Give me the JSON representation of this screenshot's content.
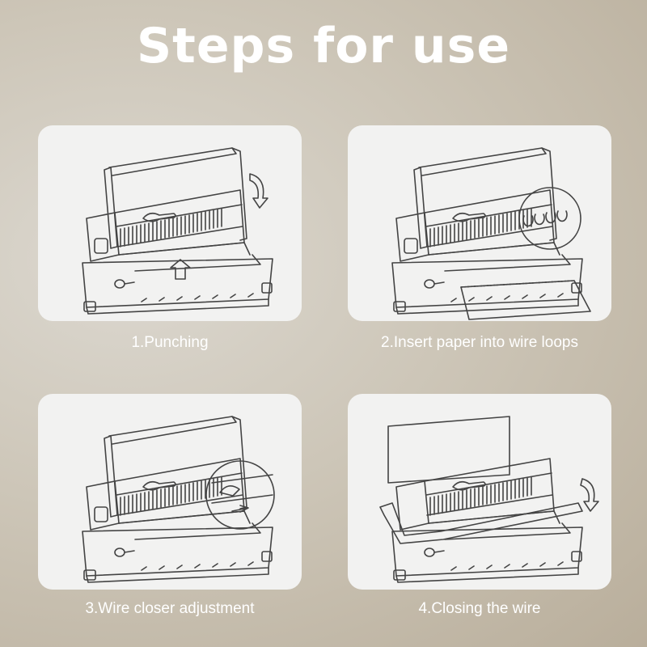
{
  "title": "Steps for use",
  "steps": [
    {
      "label": "1.Punching",
      "icon": "binding-machine-punching-illustration"
    },
    {
      "label": "2.Insert paper into wire loops",
      "icon": "binding-machine-insert-wire-illustration"
    },
    {
      "label": "3.Wire closer adjustment",
      "icon": "binding-machine-wire-closer-illustration"
    },
    {
      "label": "4.Closing the wire",
      "icon": "binding-machine-closing-illustration"
    }
  ]
}
